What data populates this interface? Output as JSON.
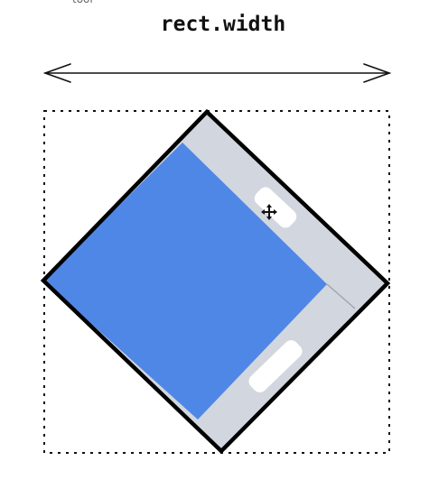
{
  "top_partial_text": "tool",
  "diagram": {
    "title": "rect.width"
  },
  "colors": {
    "background": "#ffffff",
    "rotated_outline": "#000000",
    "inner_fill": "#4f87e6",
    "chrome_gray": "#d2d6de",
    "bounds_dotted": "#111111",
    "pill": "#ffffff"
  },
  "icons": {
    "width_arrow": "double-headed-arrow",
    "cursor": "move-cursor-icon"
  }
}
